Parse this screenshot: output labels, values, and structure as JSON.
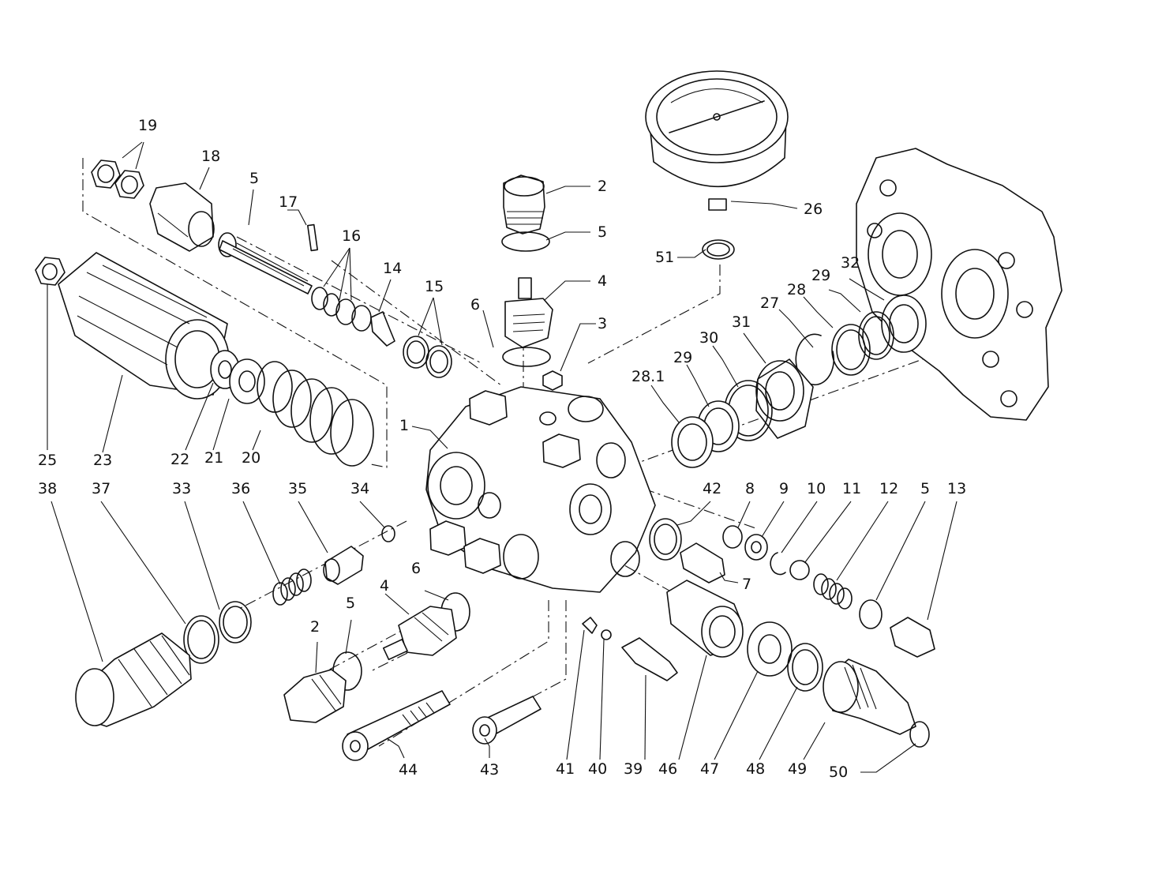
{
  "colors": {
    "ink": "#111111",
    "paper": "#ffffff"
  },
  "callouts": [
    {
      "id": "c19",
      "text": "19"
    },
    {
      "id": "c18",
      "text": "18"
    },
    {
      "id": "c5a",
      "text": "5"
    },
    {
      "id": "c17",
      "text": "17"
    },
    {
      "id": "c16",
      "text": "16"
    },
    {
      "id": "c14",
      "text": "14"
    },
    {
      "id": "c15",
      "text": "15"
    },
    {
      "id": "c2a",
      "text": "2"
    },
    {
      "id": "c5b",
      "text": "5"
    },
    {
      "id": "c4a",
      "text": "4"
    },
    {
      "id": "c6a",
      "text": "6"
    },
    {
      "id": "c3",
      "text": "3"
    },
    {
      "id": "c26",
      "text": "26"
    },
    {
      "id": "c51",
      "text": "51"
    },
    {
      "id": "c32",
      "text": "32"
    },
    {
      "id": "c29a",
      "text": "29"
    },
    {
      "id": "c28",
      "text": "28"
    },
    {
      "id": "c27",
      "text": "27"
    },
    {
      "id": "c31",
      "text": "31"
    },
    {
      "id": "c30",
      "text": "30"
    },
    {
      "id": "c29b",
      "text": "29"
    },
    {
      "id": "c28-1",
      "text": "28.1"
    },
    {
      "id": "c1",
      "text": "1"
    },
    {
      "id": "c25",
      "text": "25"
    },
    {
      "id": "c23",
      "text": "23"
    },
    {
      "id": "c22",
      "text": "22"
    },
    {
      "id": "c21",
      "text": "21"
    },
    {
      "id": "c20",
      "text": "20"
    },
    {
      "id": "c38",
      "text": "38"
    },
    {
      "id": "c37",
      "text": "37"
    },
    {
      "id": "c33",
      "text": "33"
    },
    {
      "id": "c36",
      "text": "36"
    },
    {
      "id": "c35",
      "text": "35"
    },
    {
      "id": "c34",
      "text": "34"
    },
    {
      "id": "c42",
      "text": "42"
    },
    {
      "id": "c8",
      "text": "8"
    },
    {
      "id": "c9",
      "text": "9"
    },
    {
      "id": "c10",
      "text": "10"
    },
    {
      "id": "c11",
      "text": "11"
    },
    {
      "id": "c12",
      "text": "12"
    },
    {
      "id": "c5c",
      "text": "5"
    },
    {
      "id": "c13",
      "text": "13"
    },
    {
      "id": "c7",
      "text": "7"
    },
    {
      "id": "c6b",
      "text": "6"
    },
    {
      "id": "c4b",
      "text": "4"
    },
    {
      "id": "c5d",
      "text": "5"
    },
    {
      "id": "c2b",
      "text": "2"
    },
    {
      "id": "c44",
      "text": "44"
    },
    {
      "id": "c43",
      "text": "43"
    },
    {
      "id": "c41",
      "text": "41"
    },
    {
      "id": "c40",
      "text": "40"
    },
    {
      "id": "c39",
      "text": "39"
    },
    {
      "id": "c46",
      "text": "46"
    },
    {
      "id": "c47",
      "text": "47"
    },
    {
      "id": "c48",
      "text": "48"
    },
    {
      "id": "c49",
      "text": "49"
    },
    {
      "id": "c50",
      "text": "50"
    }
  ]
}
